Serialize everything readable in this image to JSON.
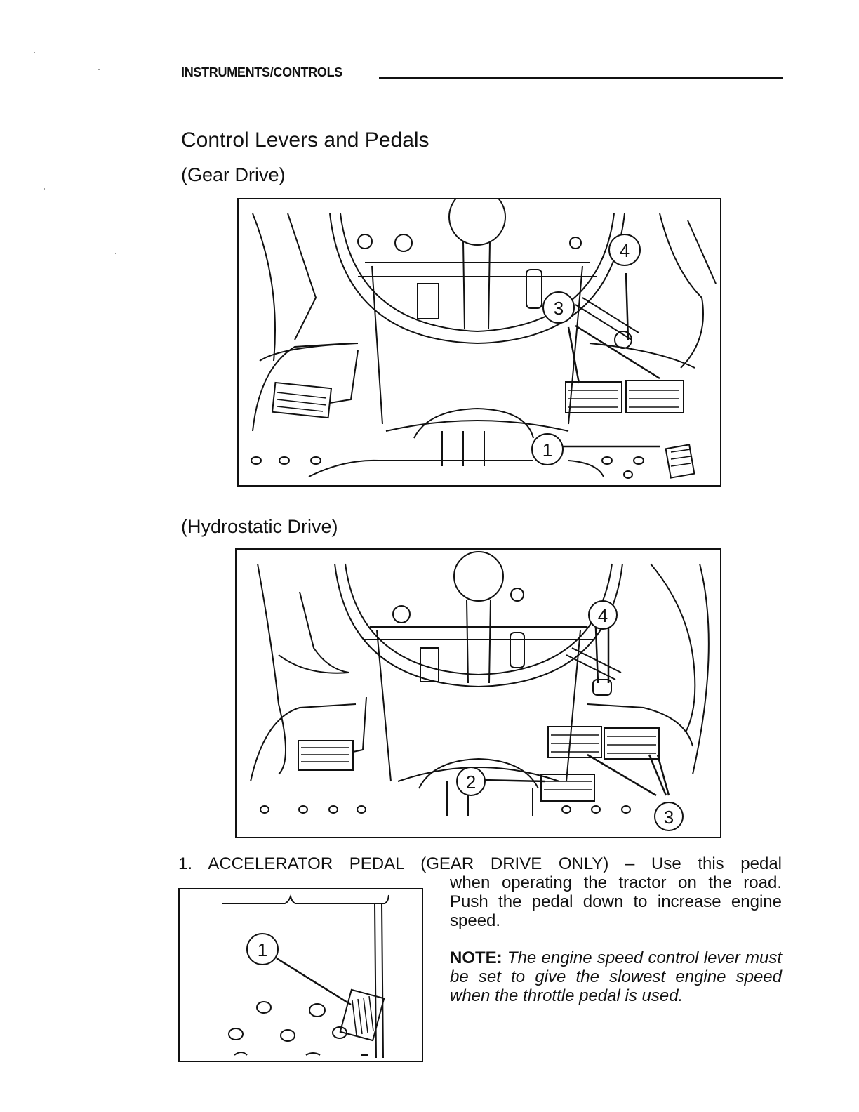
{
  "header": {
    "section": "INSTRUMENTS/CONTROLS"
  },
  "title": "Control Levers and Pedals",
  "figures": {
    "gear_drive": {
      "caption": "(Gear Drive)",
      "callouts": [
        "1",
        "3",
        "4"
      ]
    },
    "hydrostatic_drive": {
      "caption": "(Hydrostatic Drive)",
      "callouts": [
        "2",
        "3",
        "4"
      ]
    },
    "accelerator_detail": {
      "callouts": [
        "1"
      ]
    }
  },
  "item_1": {
    "number": "1.",
    "heading": "ACCELERATOR PEDAL",
    "lead": "(GEAR DRIVE ONLY) – Use this pedal",
    "body": "when operating the tractor on the road. Push the pedal down to increase engine speed.",
    "note_label": "NOTE:",
    "note_text": "The engine speed control lever must be set to give the slowest engine speed when the throttle pedal is used."
  }
}
